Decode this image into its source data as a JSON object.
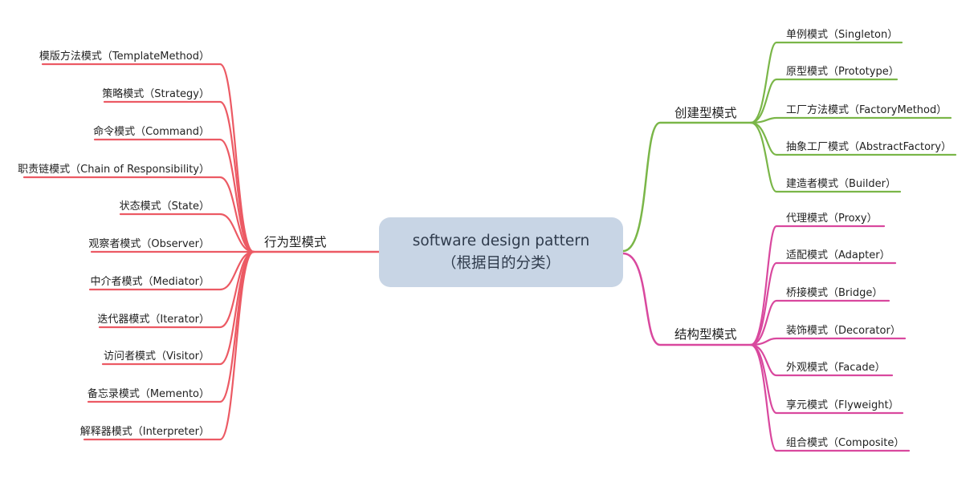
{
  "root": {
    "line1": "software design pattern",
    "line2": "（根据目的分类）"
  },
  "branches": {
    "creational": {
      "label": "创建型模式",
      "color": "#7ab648",
      "items": [
        "单例模式（Singleton）",
        "原型模式（Prototype）",
        "工厂方法模式（FactoryMethod）",
        "抽象工厂模式（AbstractFactory）",
        "建造者模式（Builder）"
      ]
    },
    "structural": {
      "label": "结构型模式",
      "color": "#d9489e",
      "items": [
        "代理模式（Proxy）",
        "适配模式（Adapter）",
        "桥接模式（Bridge）",
        "装饰模式（Decorator）",
        "外观模式（Facade）",
        "享元模式（Flyweight）",
        "组合模式（Composite）"
      ]
    },
    "behavioral": {
      "label": "行为型模式",
      "color": "#ec5a64",
      "items": [
        "模版方法模式（TemplateMethod）",
        "策略模式（Strategy）",
        "命令模式（Command）",
        "职责链模式（Chain of Responsibility）",
        "状态模式（State）",
        "观察者模式（Observer）",
        "中介者模式（Mediator）",
        "迭代器模式（Iterator）",
        "访问者模式（Visitor）",
        "备忘录模式（Memento）",
        "解释器模式（Interpreter）"
      ]
    }
  }
}
